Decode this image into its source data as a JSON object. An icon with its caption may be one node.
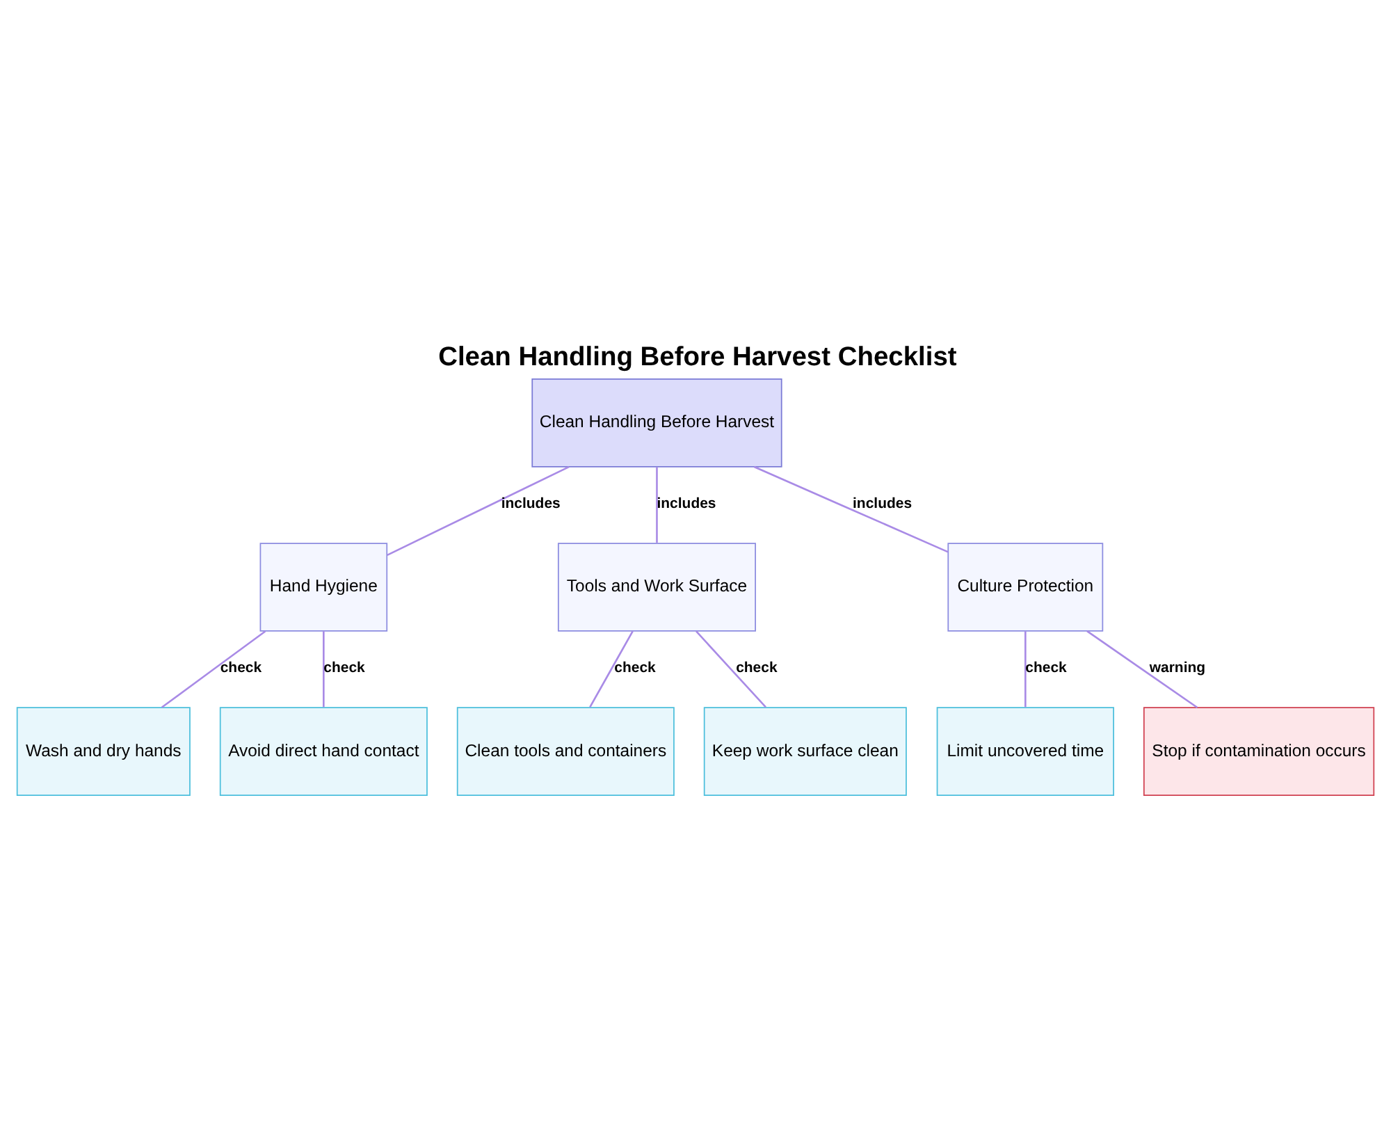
{
  "diagram": {
    "title": "Clean Handling Before Harvest Checklist",
    "nodes": [
      {
        "text": [
          "Clean Handling Before Harvest"
        ]
      },
      {
        "text": [
          "Hand Hygiene"
        ]
      },
      {
        "text": [
          "Tools and Work Surface"
        ]
      },
      {
        "text": [
          "Culture Protection"
        ]
      },
      {
        "text": [
          "Wash and dry hands"
        ]
      },
      {
        "text": [
          "Avoid direct hand contact"
        ]
      },
      {
        "text": [
          "Clean tools and containers"
        ]
      },
      {
        "text": [
          "Keep work surface clean"
        ]
      },
      {
        "text": [
          "Limit uncovered time"
        ]
      },
      {
        "text": [
          "Stop if contamination occurs"
        ]
      }
    ],
    "edges": [
      {
        "from": 0,
        "to": 1,
        "arrow": "none",
        "label": "includes"
      },
      {
        "from": 0,
        "to": 2,
        "arrow": "none",
        "label": "includes"
      },
      {
        "from": 0,
        "to": 3,
        "arrow": "none",
        "label": "includes"
      },
      {
        "from": 1,
        "to": 4,
        "arrow": "none",
        "label": "check"
      },
      {
        "from": 1,
        "to": 5,
        "arrow": "none",
        "label": "check"
      },
      {
        "from": 2,
        "to": 6,
        "arrow": "none",
        "label": "check"
      },
      {
        "from": 2,
        "to": 7,
        "arrow": "none",
        "label": "check"
      },
      {
        "from": 3,
        "to": 8,
        "arrow": "none",
        "label": "check"
      },
      {
        "from": 3,
        "to": 9,
        "arrow": "none",
        "label": "warning"
      }
    ]
  }
}
